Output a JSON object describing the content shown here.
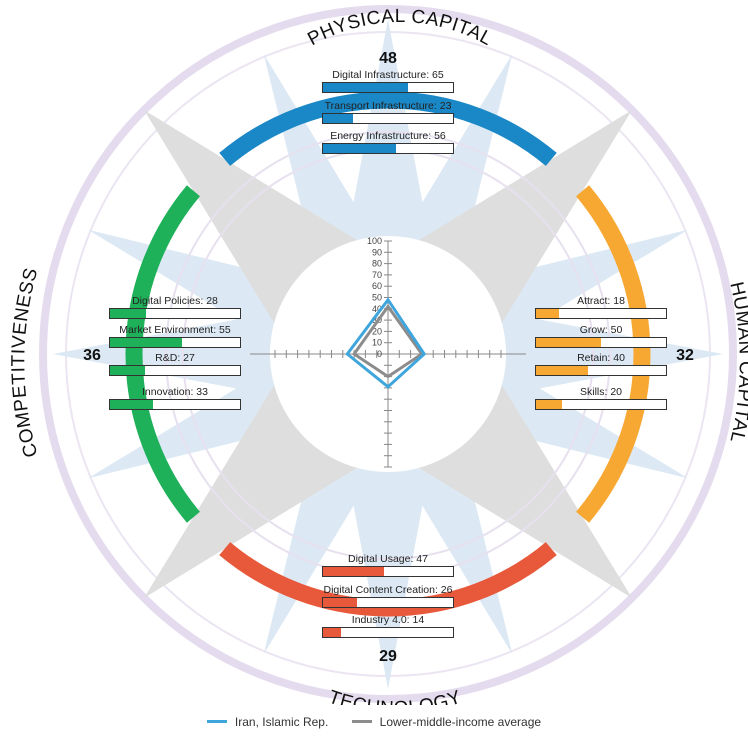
{
  "chart_data": {
    "type": "radar",
    "title": "",
    "ticks": [
      "100",
      "90",
      "80",
      "70",
      "60",
      "50",
      "40",
      "30",
      "20",
      "10",
      "0"
    ],
    "axes": [
      "Physical Capital",
      "Human Capital",
      "Technology",
      "Competitiveness"
    ],
    "series": [
      {
        "name": "Iran, Islamic Rep.",
        "color": "#3fa6dd",
        "values": [
          48,
          32,
          29,
          36
        ]
      },
      {
        "name": "Lower-middle-income average",
        "color": "#8c8c8c",
        "values": [
          42,
          30,
          20,
          30
        ]
      }
    ],
    "pillars": [
      {
        "key": "physical",
        "label": "PHYSICAL CAPITAL",
        "score": "48",
        "color": "#1a87c6",
        "indicators": [
          {
            "label": "Digital Infrastructure: 65",
            "value": 65
          },
          {
            "label": "Transport Infrastructure: 23",
            "value": 23
          },
          {
            "label": "Energy Infrastructure: 56",
            "value": 56
          }
        ]
      },
      {
        "key": "human",
        "label": "HUMAN CAPITAL",
        "score": "32",
        "color": "#f7a833",
        "indicators": [
          {
            "label": "Attract: 18",
            "value": 18
          },
          {
            "label": "Grow: 50",
            "value": 50
          },
          {
            "label": "Retain: 40",
            "value": 40
          },
          {
            "label": "Skills: 20",
            "value": 20
          }
        ]
      },
      {
        "key": "technology",
        "label": "TECHNOLOGY",
        "score": "29",
        "color": "#e8583a",
        "indicators": [
          {
            "label": "Digital Usage: 47",
            "value": 47
          },
          {
            "label": "Digital Content Creation: 26",
            "value": 26
          },
          {
            "label": "Industry 4.0: 14",
            "value": 14
          }
        ]
      },
      {
        "key": "competitiveness",
        "label": "COMPETITIVENESS",
        "score": "36",
        "color": "#1fb05a",
        "indicators": [
          {
            "label": "Digital Policies: 28",
            "value": 28
          },
          {
            "label": "Market Environment: 55",
            "value": 55
          },
          {
            "label": "R&D: 27",
            "value": 27
          },
          {
            "label": "Innovation: 33",
            "value": 33
          }
        ]
      }
    ]
  },
  "legend": [
    {
      "label": "Iran, Islamic Rep.",
      "color": "#3fa6dd"
    },
    {
      "label": "Lower-middle-income average",
      "color": "#8c8c8c"
    }
  ]
}
